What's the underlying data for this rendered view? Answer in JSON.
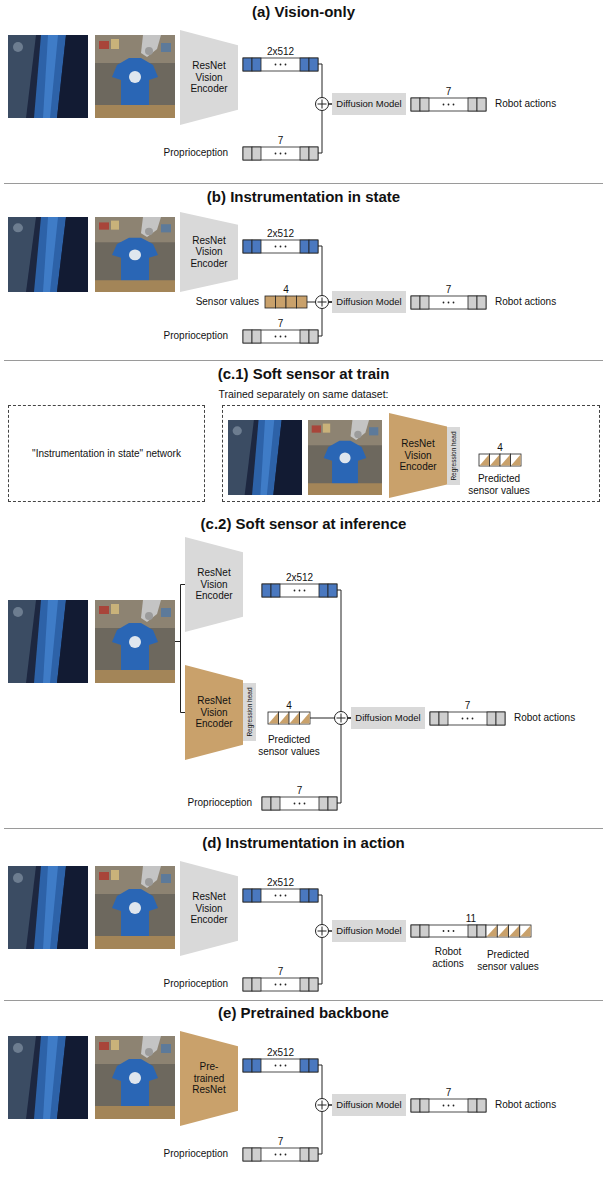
{
  "diagram": {
    "nodes": [
      {
        "text": [
          "ResNet Vision Encoder"
        ]
      },
      {
        "text": [
          "2x512"
        ]
      },
      {
        "text": [
          "7"
        ]
      },
      {
        "text": [
          "Diffusion Model"
        ]
      },
      {
        "text": [
          "7"
        ]
      },
      {
        "text": [
          "ResNet Vision Encoder"
        ]
      },
      {
        "text": [
          "2x512"
        ]
      },
      {
        "text": [
          "4"
        ]
      },
      {
        "text": [
          "7"
        ]
      },
      {
        "text": [
          "Diffusion Model"
        ]
      },
      {
        "text": [
          "7"
        ]
      },
      {
        "text": [
          "\"Instrumentation in state\" network"
        ]
      },
      {
        "text": []
      },
      {
        "text": [
          "ResNet Vision Encoder"
        ],
        "in": 12
      },
      {
        "text": [
          "Regression head"
        ],
        "in": 12
      },
      {
        "text": [
          "4"
        ],
        "in": 12
      },
      {
        "text": [
          "ResNet Vision Encoder"
        ]
      },
      {
        "text": [
          "2x512"
        ]
      },
      {
        "text": [
          "ResNet Vision Encoder"
        ]
      },
      {
        "text": [
          "Regression head"
        ]
      },
      {
        "text": [
          "4"
        ]
      },
      {
        "text": [
          "7"
        ]
      },
      {
        "text": [
          "Diffusion Model"
        ]
      },
      {
        "text": [
          "7"
        ]
      },
      {
        "text": [
          "ResNet Vision Encoder"
        ]
      },
      {
        "text": [
          "2x512"
        ]
      },
      {
        "text": [
          "7"
        ]
      },
      {
        "text": [
          "Diffusion Model"
        ]
      },
      {
        "text": [
          "11"
        ]
      },
      {
        "text": [
          "Pre-trained ResNet"
        ]
      },
      {
        "text": [
          "2x512"
        ]
      },
      {
        "text": [
          "7"
        ]
      },
      {
        "text": [
          "Diffusion Model"
        ]
      },
      {
        "text": [
          "7"
        ]
      }
    ],
    "edges": [
      {
        "from": 1,
        "to": 3,
        "arrow": "none"
      },
      {
        "from": 2,
        "to": 3,
        "arrow": "none"
      },
      {
        "from": 6,
        "to": 9,
        "arrow": "none"
      },
      {
        "from": 7,
        "to": 9,
        "arrow": "none"
      },
      {
        "from": 8,
        "to": 9,
        "arrow": "none"
      },
      {
        "from": 17,
        "to": 22,
        "arrow": "none"
      },
      {
        "from": 20,
        "to": 22,
        "arrow": "none"
      },
      {
        "from": 21,
        "to": 22,
        "arrow": "none"
      },
      {
        "from": 25,
        "to": 27,
        "arrow": "none"
      },
      {
        "from": 26,
        "to": 27,
        "arrow": "none"
      },
      {
        "from": 30,
        "to": 32,
        "arrow": "none"
      },
      {
        "from": 31,
        "to": 32,
        "arrow": "none"
      }
    ],
    "labels": [
      "(a) Vision-only",
      "Proprioception",
      "Robot actions",
      "(b) Instrumentation in state",
      "Sensor values",
      "Proprioception",
      "Robot actions",
      "(c.1) Soft sensor at train",
      "Trained separately on same dataset:",
      "Predicted sensor values",
      "(c.2) Soft sensor at inference",
      "Predicted sensor values",
      "Proprioception",
      "Robot actions",
      "(d) Instrumentation in action",
      "Proprioception",
      "Robot actions",
      "Predicted sensor values",
      "(e) Pretrained backbone",
      "Proprioception",
      "Robot actions"
    ]
  }
}
